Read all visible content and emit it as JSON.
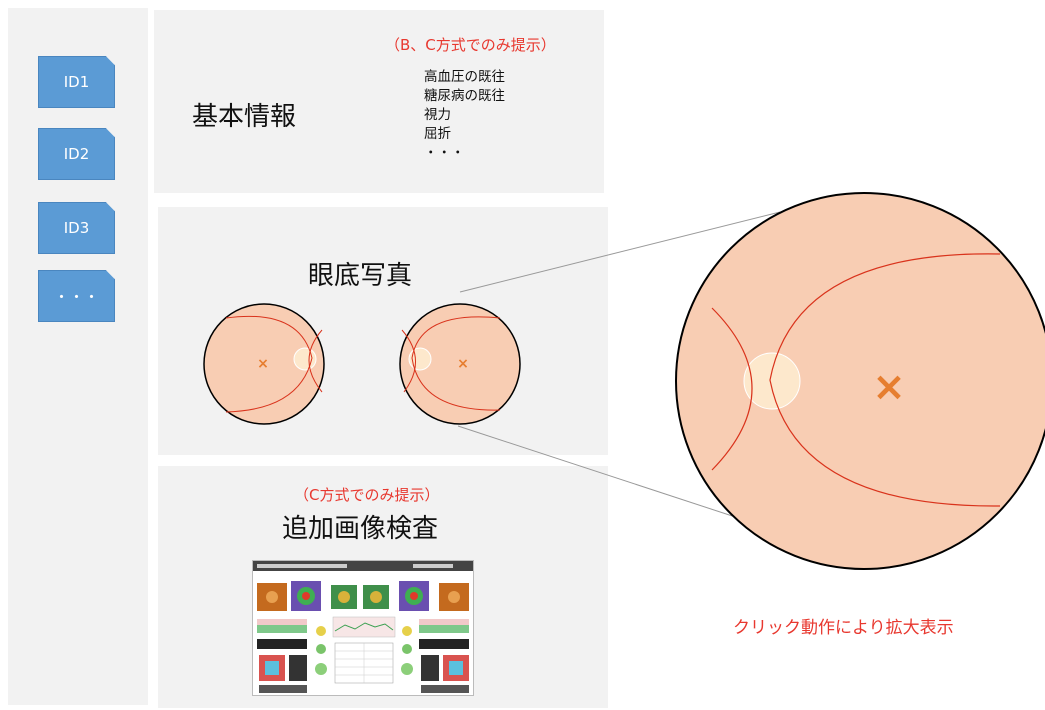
{
  "sidebar": {
    "items": [
      {
        "label": "ID1"
      },
      {
        "label": "ID2"
      },
      {
        "label": "ID3"
      },
      {
        "label": "・・・"
      }
    ]
  },
  "basic_info": {
    "title": "基本情報",
    "note": "（B、C方式でのみ提示）",
    "items": [
      "高血圧の既往",
      "糖尿病の既往",
      "視力",
      "屈折",
      "・・・"
    ]
  },
  "fundus": {
    "title": "眼底写真",
    "marker": "×"
  },
  "additional_exam": {
    "note": "（C方式でのみ提示）",
    "title": "追加画像検査"
  },
  "zoom_caption": "クリック動作により拡大表示",
  "colors": {
    "panel": "#f2f2f2",
    "id_tab": "#5b9bd5",
    "note_red": "#e8382f",
    "fundus_fill": "#f8cdb3",
    "vessel": "#d9331c",
    "optic_disc": "#fde8cc",
    "fovea_marker": "#e67e30"
  }
}
